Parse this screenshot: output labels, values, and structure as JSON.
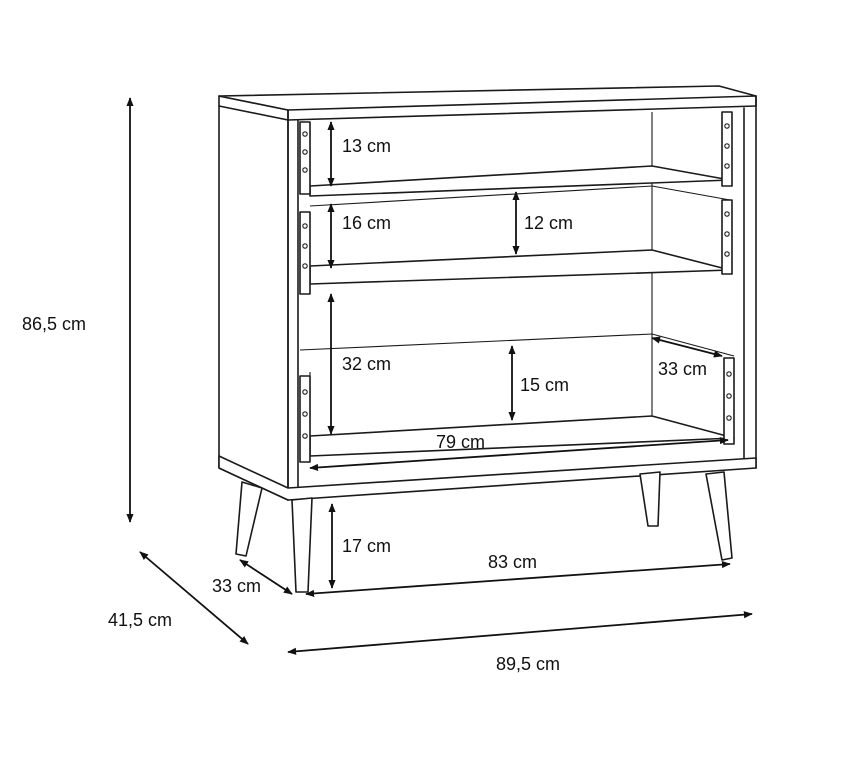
{
  "colors": {
    "line": "#1a1a1a",
    "text": "#111111",
    "background": "#ffffff"
  },
  "dimensions": {
    "total_height": "86,5 cm",
    "total_depth": "41,5 cm",
    "total_width": "89,5 cm",
    "leg_depth": "33 cm",
    "leg_width": "83 cm",
    "leg_height": "17 cm",
    "drawer1_height": "13 cm",
    "drawer2_height": "16 cm",
    "drawer2_inner_height": "12 cm",
    "drawer3_height": "32 cm",
    "drawer3_inner_height": "15 cm",
    "drawer_depth": "33 cm",
    "drawer_width": "79 cm"
  }
}
